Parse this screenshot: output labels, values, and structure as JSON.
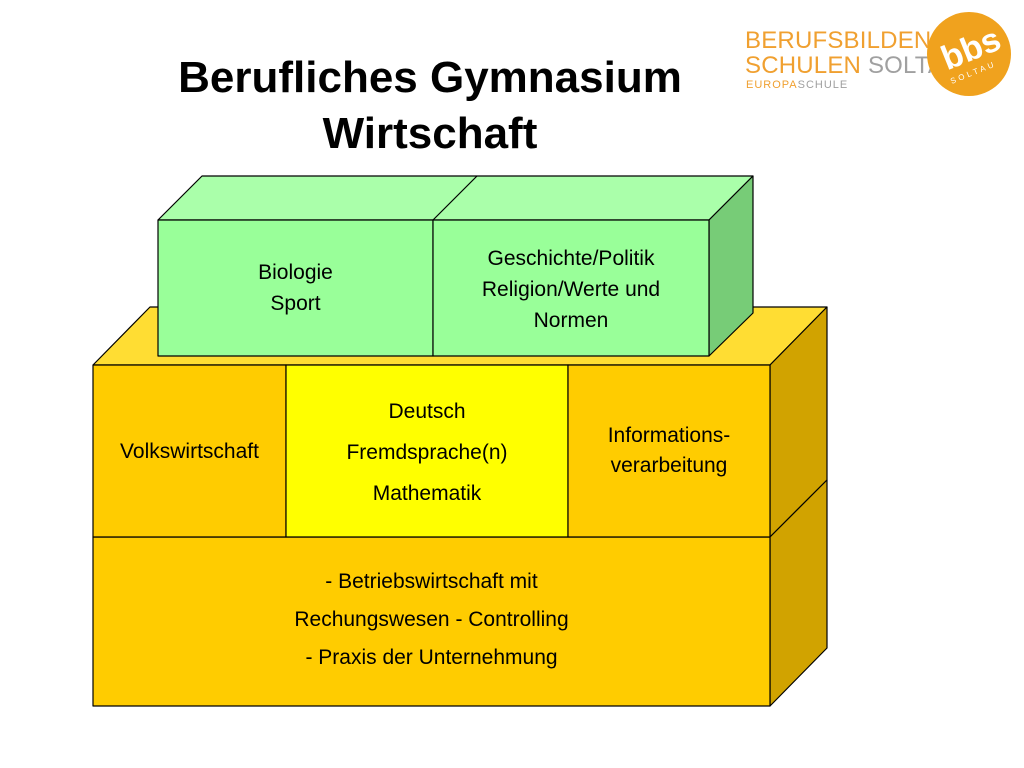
{
  "title": {
    "line1": "Berufliches Gymnasium",
    "line2": "Wirtschaft"
  },
  "logo": {
    "line1": "BERUFSBILDENDE",
    "line2a": "SCHULEN",
    "line2b": "SOLTAU",
    "line3a": "EUROPA",
    "line3b": "SCHULE",
    "mark": "bbs",
    "mark_sub": "SOLTAU"
  },
  "colors": {
    "green_front": "#99ff99",
    "green_top": "#aaffaa",
    "green_side": "#77cc77",
    "gold_front": "#ffcc00",
    "gold_top": "#ffdd33",
    "gold_side": "#d1a300",
    "yellow_front": "#ffff00",
    "logo_orange": "#f0a21e"
  },
  "blocks": {
    "green_left": {
      "line1": "Biologie",
      "line2": "Sport"
    },
    "green_right": {
      "line1": "Geschichte/Politik",
      "line2": "Religion/Werte und",
      "line3": "Normen"
    },
    "left": {
      "line1": "Volkswirtschaft"
    },
    "middle": {
      "line1": "Deutsch",
      "line2": "Fremdsprache(n)",
      "line3": "Mathematik"
    },
    "right": {
      "line1": "Informations-",
      "line2": "verarbeitung"
    },
    "bottom": {
      "line1": "- Betriebswirtschaft mit",
      "line2": "Rechungswesen - Controlling",
      "line3": "- Praxis der Unternehmung"
    }
  }
}
